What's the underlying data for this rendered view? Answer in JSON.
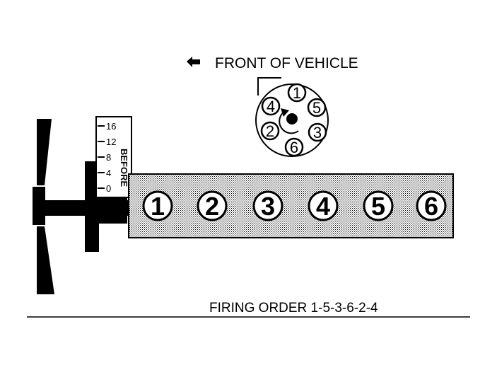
{
  "header": {
    "front_label": "FRONT OF VEHICLE",
    "arrow_icon": "arrow-left-icon"
  },
  "distributor_cap": {
    "terminals": [
      "1",
      "5",
      "3",
      "6",
      "2",
      "4"
    ],
    "rotation_icon": "rotation-arrow-icon"
  },
  "timing_scale": {
    "ticks": [
      "16",
      "12",
      "8",
      "4",
      "0"
    ],
    "side_label": "BEFORE"
  },
  "engine_block": {
    "cylinders": [
      "1",
      "2",
      "3",
      "4",
      "5",
      "6"
    ]
  },
  "footer": {
    "firing_order": "FIRING ORDER 1-5-3-6-2-4"
  },
  "colors": {
    "ink": "#000000",
    "paper": "#ffffff",
    "block_fill": "#d9d9d9"
  }
}
